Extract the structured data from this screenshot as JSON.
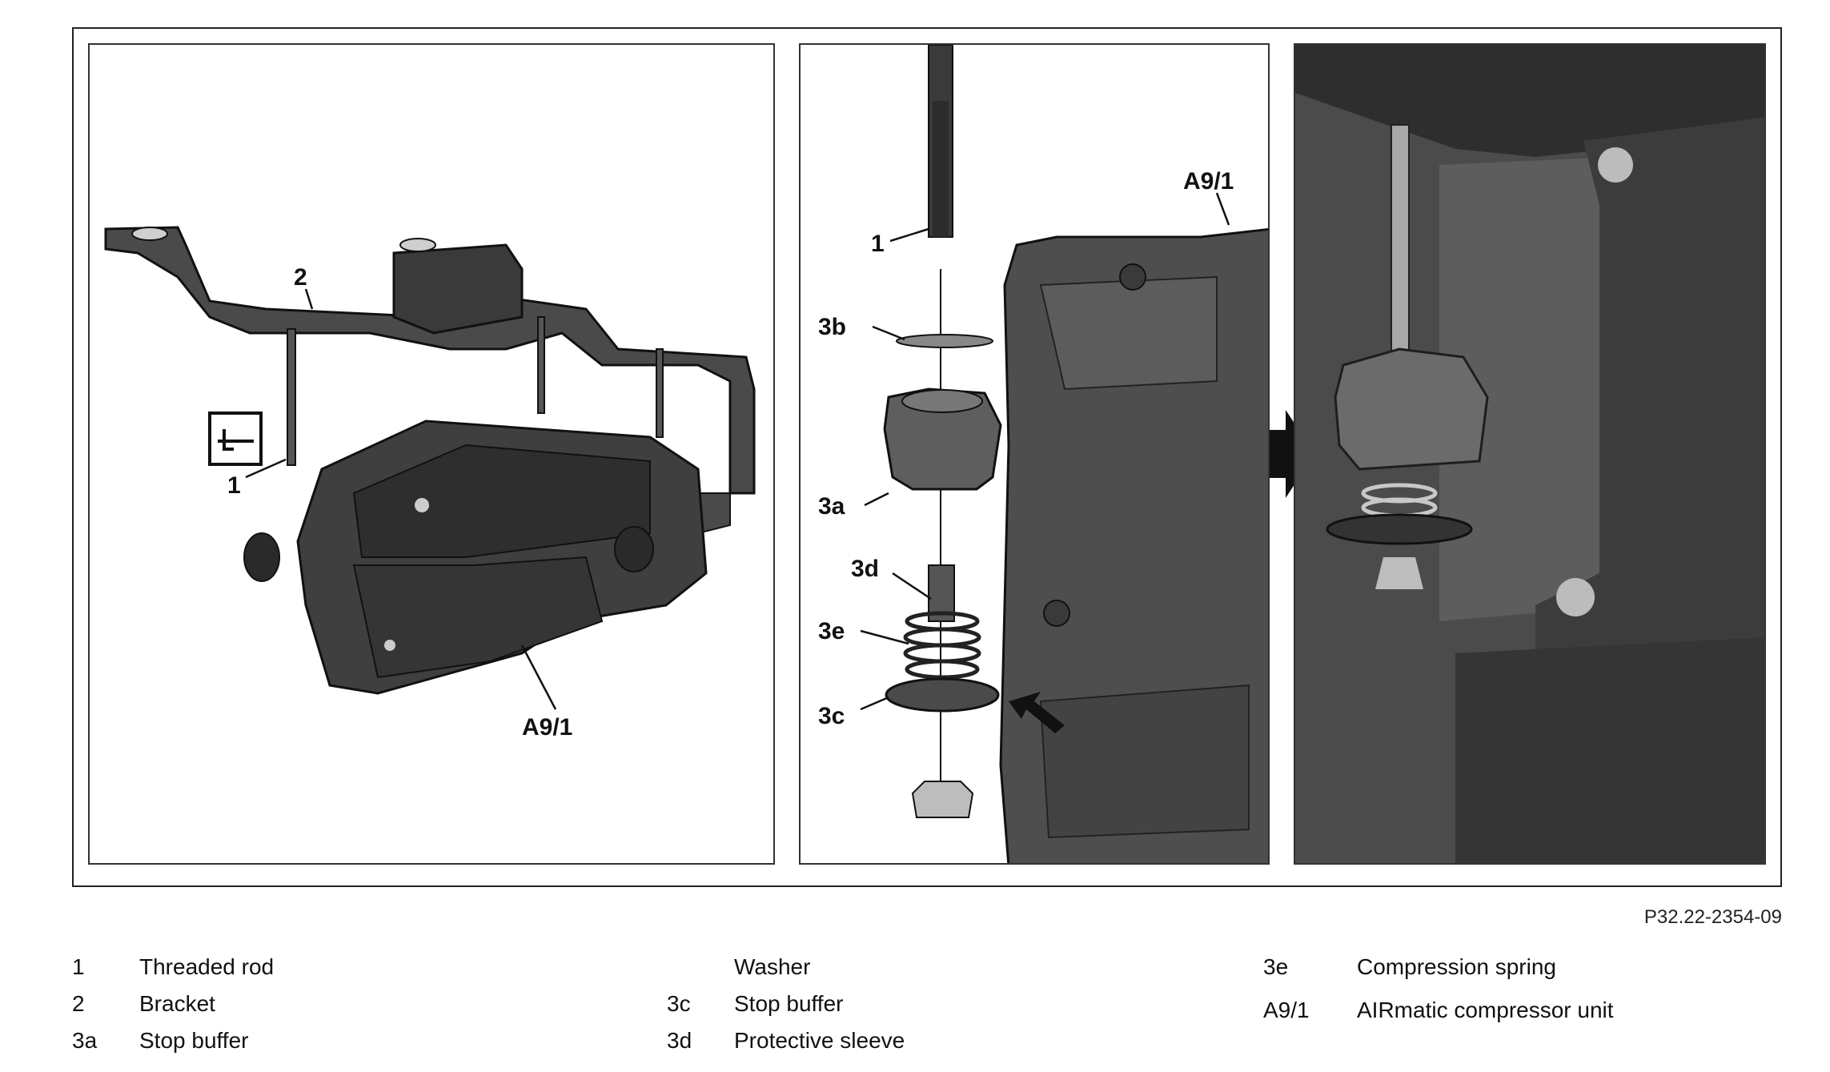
{
  "figure": {
    "callouts": {
      "panel1": {
        "bracket": "2",
        "rod": "1",
        "unit": "A9/1"
      },
      "panel2": {
        "rod": "1",
        "washer": "3b",
        "buffer": "3a",
        "sleeve": "3d",
        "spring": "3e",
        "stop": "3c",
        "unit": "A9/1"
      }
    },
    "reference": "P32.22-2354-09"
  },
  "legend": {
    "col1": [
      {
        "code": "1",
        "text": "Threaded rod"
      },
      {
        "code": "2",
        "text": "Bracket"
      },
      {
        "code": "3a",
        "text": "Stop buffer"
      }
    ],
    "col2": [
      {
        "code": "",
        "text": "Washer"
      },
      {
        "code": "3c",
        "text": "Stop buffer"
      },
      {
        "code": "3d",
        "text": "Protective sleeve"
      }
    ],
    "col3": [
      {
        "code": "3e",
        "text": "Compression spring"
      },
      {
        "code": "A9/1",
        "text": "AIRmatic compressor unit"
      }
    ]
  },
  "colors": {
    "photo_dark": "#3a3a3a",
    "photo_mid": "#6b6b6b",
    "line": "#111111"
  },
  "icons": [
    "tool-symbol-icon",
    "arrow-right-icon",
    "arrow-pointer-icon"
  ]
}
